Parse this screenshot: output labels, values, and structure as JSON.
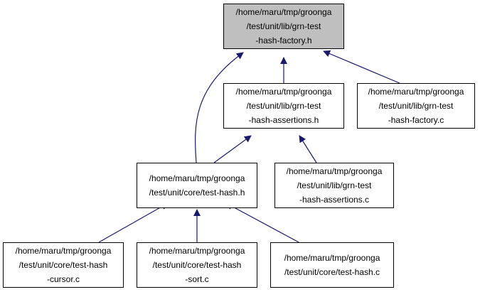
{
  "diagram": {
    "edge_color": "#191970",
    "nodes": {
      "root": {
        "lines": [
          "/home/maru/tmp/groonga",
          "/test/unit/lib/grn-test",
          "-hash-factory.h"
        ],
        "fill": "#bfbfbf"
      },
      "assertions_h": {
        "lines": [
          "/home/maru/tmp/groonga",
          "/test/unit/lib/grn-test",
          "-hash-assertions.h"
        ]
      },
      "factory_c": {
        "lines": [
          "/home/maru/tmp/groonga",
          "/test/unit/lib/grn-test",
          "-hash-factory.c"
        ]
      },
      "test_hash_h": {
        "lines": [
          "/home/maru/tmp/groonga",
          "/test/unit/core/test-hash.h"
        ]
      },
      "assertions_c": {
        "lines": [
          "/home/maru/tmp/groonga",
          "/test/unit/lib/grn-test",
          "-hash-assertions.c"
        ]
      },
      "cursor_c": {
        "lines": [
          "/home/maru/tmp/groonga",
          "/test/unit/core/test-hash",
          "-cursor.c"
        ]
      },
      "sort_c": {
        "lines": [
          "/home/maru/tmp/groonga",
          "/test/unit/core/test-hash",
          "-sort.c"
        ]
      },
      "test_hash_c": {
        "lines": [
          "/home/maru/tmp/groonga",
          "/test/unit/core/test-hash.c"
        ]
      }
    }
  }
}
